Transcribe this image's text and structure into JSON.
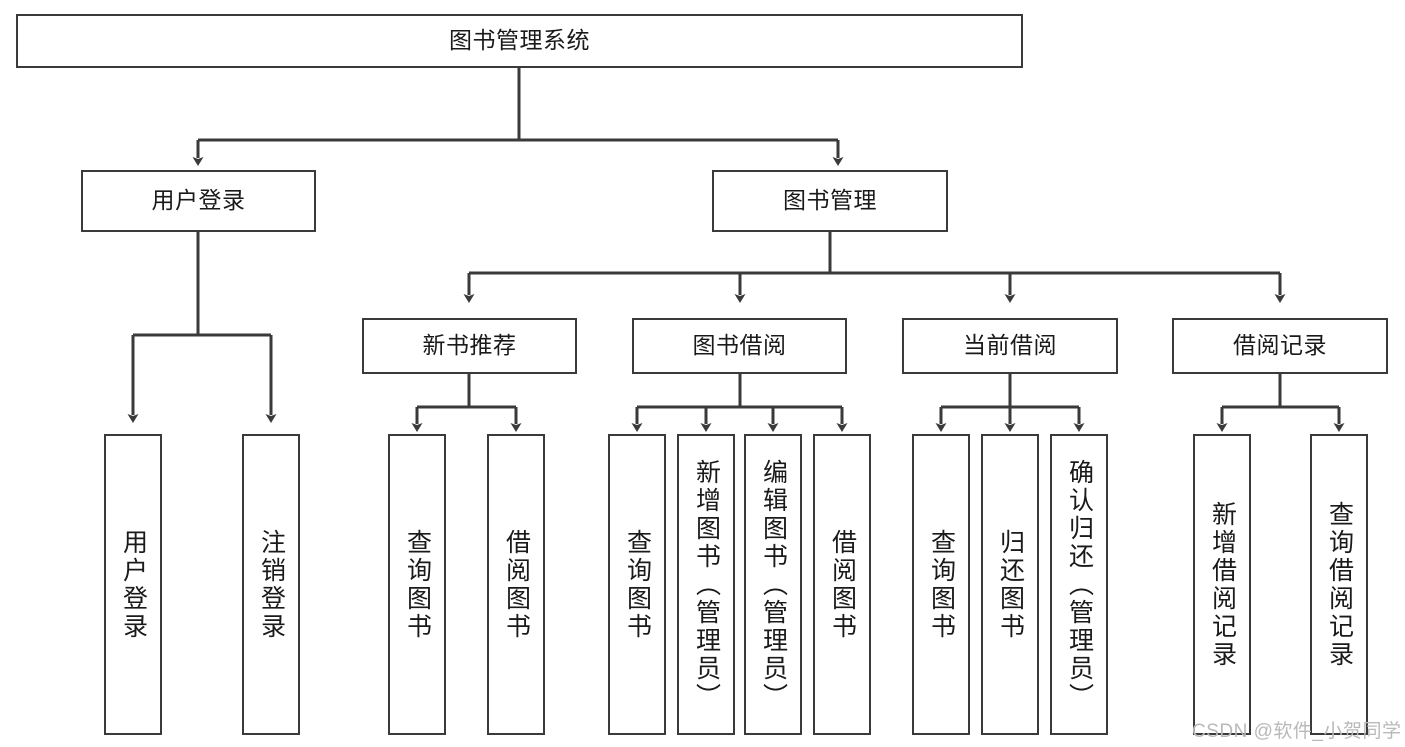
{
  "diagram": {
    "type": "tree-hierarchy-chart",
    "title": "图书管理系统",
    "background_color": "#ffffff",
    "node_border_color": "#3a3a3a",
    "edge_color": "#3a3a3a",
    "text_color": "#1a1a1a"
  },
  "nodes": {
    "root": {
      "label": "图书管理系统"
    },
    "level2": [
      {
        "id": "user-login",
        "label": "用户登录"
      },
      {
        "id": "book-manage",
        "label": "图书管理"
      }
    ],
    "level3": [
      {
        "id": "new-book-recommend",
        "label": "新书推荐"
      },
      {
        "id": "book-borrow",
        "label": "图书借阅"
      },
      {
        "id": "current-borrow",
        "label": "当前借阅"
      },
      {
        "id": "borrow-record",
        "label": "借阅记录"
      }
    ],
    "leaves": {
      "user-login": [
        {
          "id": "leaf-user-login",
          "label": "用户登录"
        },
        {
          "id": "leaf-logout-login",
          "label": "注销登录"
        }
      ],
      "new-book-recommend": [
        {
          "id": "leaf-query-book-1",
          "label": "查询图书"
        },
        {
          "id": "leaf-borrow-book-1",
          "label": "借阅图书"
        }
      ],
      "book-borrow": [
        {
          "id": "leaf-query-book-2",
          "label": "查询图书"
        },
        {
          "id": "leaf-add-book",
          "label": "新增图书（管理员）"
        },
        {
          "id": "leaf-edit-book",
          "label": "编辑图书（管理员）"
        },
        {
          "id": "leaf-borrow-book-2",
          "label": "借阅图书"
        }
      ],
      "current-borrow": [
        {
          "id": "leaf-query-book-3",
          "label": "查询图书"
        },
        {
          "id": "leaf-return-book",
          "label": "归还图书"
        },
        {
          "id": "leaf-confirm-return",
          "label": "确认归还（管理员）"
        }
      ],
      "borrow-record": [
        {
          "id": "leaf-add-record",
          "label": "新增借阅记录"
        },
        {
          "id": "leaf-query-record",
          "label": "查询借阅记录"
        }
      ]
    }
  },
  "watermark": {
    "text": "CSDN @软件_小贺同学"
  }
}
